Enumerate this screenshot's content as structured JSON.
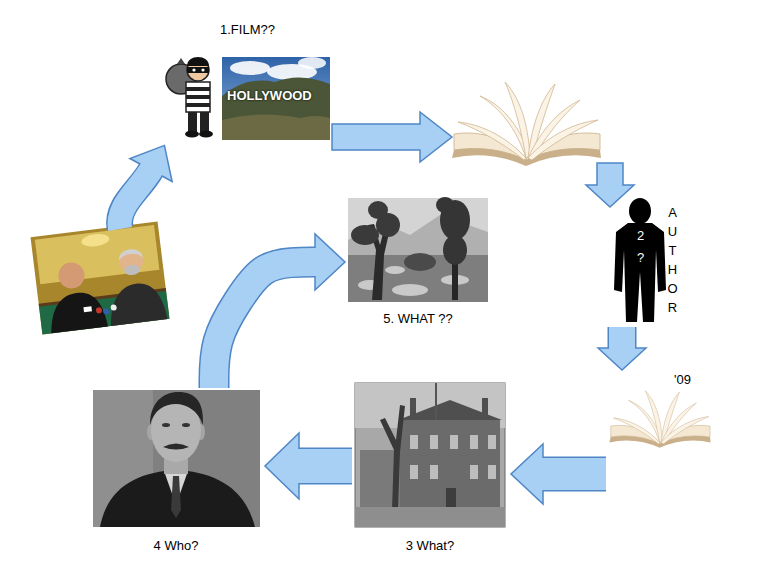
{
  "diagram": {
    "nodes": [
      {
        "text": [
          "1.FILM??"
        ]
      },
      {
        "text": [
          "2 ?",
          "A U T H O R"
        ]
      },
      {
        "text": [
          "'09"
        ]
      },
      {
        "text": [
          "3 What?"
        ]
      },
      {
        "text": [
          "4 Who?"
        ]
      },
      {
        "text": [
          "5. WHAT ??"
        ]
      }
    ],
    "edges": [
      {
        "from": 1,
        "to": 2,
        "arrow": "to"
      },
      {
        "from": 2,
        "to": 3,
        "arrow": "to"
      },
      {
        "from": 3,
        "to": 4,
        "arrow": "to"
      },
      {
        "from": 4,
        "to": 5,
        "arrow": "to"
      }
    ],
    "labels": [
      "HOLLYWOOD"
    ]
  }
}
